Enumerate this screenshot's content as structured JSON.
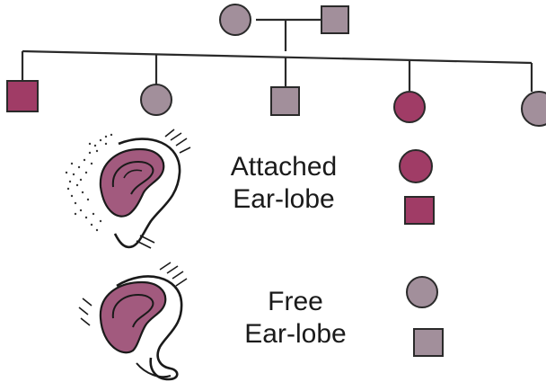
{
  "colors": {
    "attached": "#a03c66",
    "free": "#a28f9b",
    "line": "#2a2a2a",
    "ear_shade": "#a25a7e"
  },
  "pedigree": {
    "parents": [
      {
        "symbol": "circle",
        "trait": "free"
      },
      {
        "symbol": "square",
        "trait": "free"
      }
    ],
    "children": [
      {
        "symbol": "square",
        "trait": "attached"
      },
      {
        "symbol": "circle",
        "trait": "free"
      },
      {
        "symbol": "square",
        "trait": "free"
      },
      {
        "symbol": "circle",
        "trait": "attached"
      },
      {
        "symbol": "circle",
        "trait": "free"
      }
    ]
  },
  "legend": {
    "attached": {
      "line1": "Attached",
      "line2": "Ear-lobe",
      "trait": "attached"
    },
    "free": {
      "line1": "Free",
      "line2": "Ear-lobe",
      "trait": "free"
    }
  }
}
